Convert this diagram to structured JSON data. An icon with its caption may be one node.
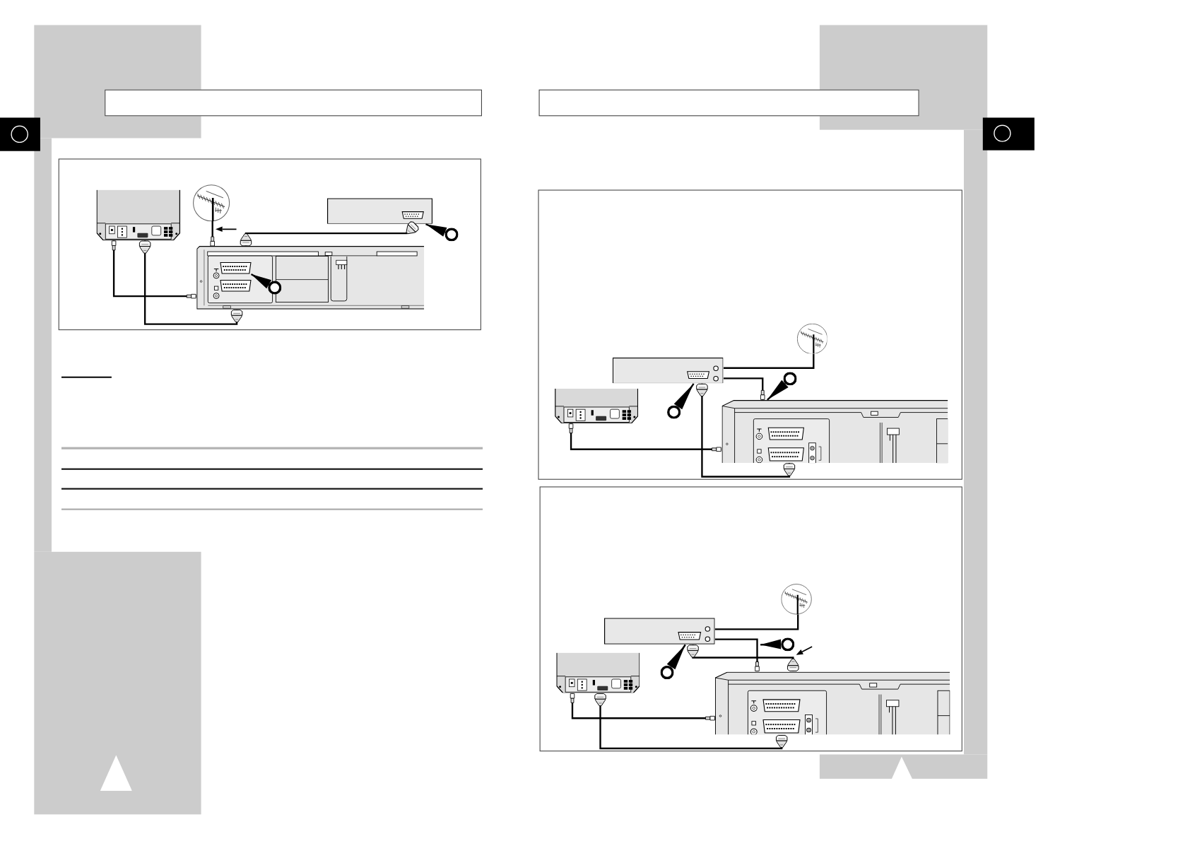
{
  "diagram": {
    "nodes": [
      {
        "text": [],
        "shape": "picture"
      },
      {
        "text": [],
        "shape": "picture"
      },
      {
        "text": [],
        "shape": "box"
      },
      {
        "text": [],
        "shape": "circle"
      },
      {
        "text": [],
        "shape": "picture"
      },
      {
        "text": [],
        "shape": "circle",
        "in": 4
      },
      {
        "text": [],
        "shape": "picture"
      },
      {
        "text": [],
        "shape": "box"
      },
      {
        "text": [],
        "shape": "circle"
      },
      {
        "text": [],
        "shape": "picture"
      },
      {
        "text": [],
        "shape": "circle"
      },
      {
        "text": [],
        "shape": "picture"
      },
      {
        "text": [],
        "shape": "picture"
      },
      {
        "text": [],
        "shape": "box"
      },
      {
        "text": [],
        "shape": "circle"
      },
      {
        "text": [],
        "shape": "picture"
      },
      {
        "text": [],
        "shape": "circle"
      },
      {
        "text": [],
        "shape": "picture"
      }
    ],
    "edges": [
      {
        "from": 1,
        "to": 4,
        "arrow": "other"
      },
      {
        "from": 2,
        "to": 4,
        "arrow": "other"
      },
      {
        "from": 4,
        "to": 0,
        "arrow": "other"
      },
      {
        "from": 4,
        "to": 0,
        "arrow": "other"
      },
      {
        "from": 3,
        "to": 2,
        "arrow": "to"
      },
      {
        "from": 5,
        "to": null,
        "arrow": "to"
      },
      {
        "from": 6,
        "to": 7,
        "arrow": "none"
      },
      {
        "from": 7,
        "to": 11,
        "arrow": "other"
      },
      {
        "from": 7,
        "to": 11,
        "arrow": "other"
      },
      {
        "from": 11,
        "to": 9,
        "arrow": "other"
      },
      {
        "from": 8,
        "to": 11,
        "arrow": "to"
      },
      {
        "from": 10,
        "to": 7,
        "arrow": "to"
      },
      {
        "from": 12,
        "to": 13,
        "arrow": "none"
      },
      {
        "from": 13,
        "to": 17,
        "arrow": "other"
      },
      {
        "from": 13,
        "to": 17,
        "arrow": "other"
      },
      {
        "from": 17,
        "to": 15,
        "arrow": "other"
      },
      {
        "from": 17,
        "to": 15,
        "arrow": "other"
      },
      {
        "from": 14,
        "to": null,
        "arrow": "to"
      },
      {
        "from": 16,
        "to": 13,
        "arrow": "to"
      }
    ]
  }
}
